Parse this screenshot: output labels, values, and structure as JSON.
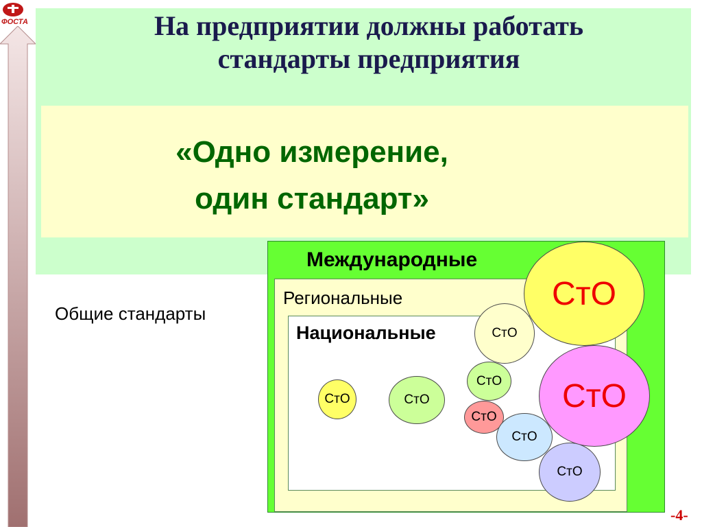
{
  "logo": {
    "text": "ФОСТА"
  },
  "title": {
    "line1": "На предприятии  должны работать",
    "line2": "стандарты предприятия"
  },
  "motto": {
    "line1": "«Одно измерение,",
    "line2": "один стандарт»"
  },
  "general_label": "Общие стандарты",
  "levels": {
    "international": "Международные",
    "regional": "Региональные",
    "national": "Национальные"
  },
  "circles": [
    {
      "label": "СтО",
      "color": "#ffff66"
    },
    {
      "label": "СтО",
      "color": "#ff99ff"
    },
    {
      "label": "СтО",
      "color": "#ffffcc"
    },
    {
      "label": "СтО",
      "color": "#ccff99"
    },
    {
      "label": "СтО",
      "color": "#ff9999"
    },
    {
      "label": "СтО",
      "color": "#cce8ff"
    },
    {
      "label": "СтО",
      "color": "#ccccff"
    },
    {
      "label": "СтО",
      "color": "#ffff66"
    },
    {
      "label": "СтО",
      "color": "#ccff99"
    }
  ],
  "page_number": "-4-"
}
